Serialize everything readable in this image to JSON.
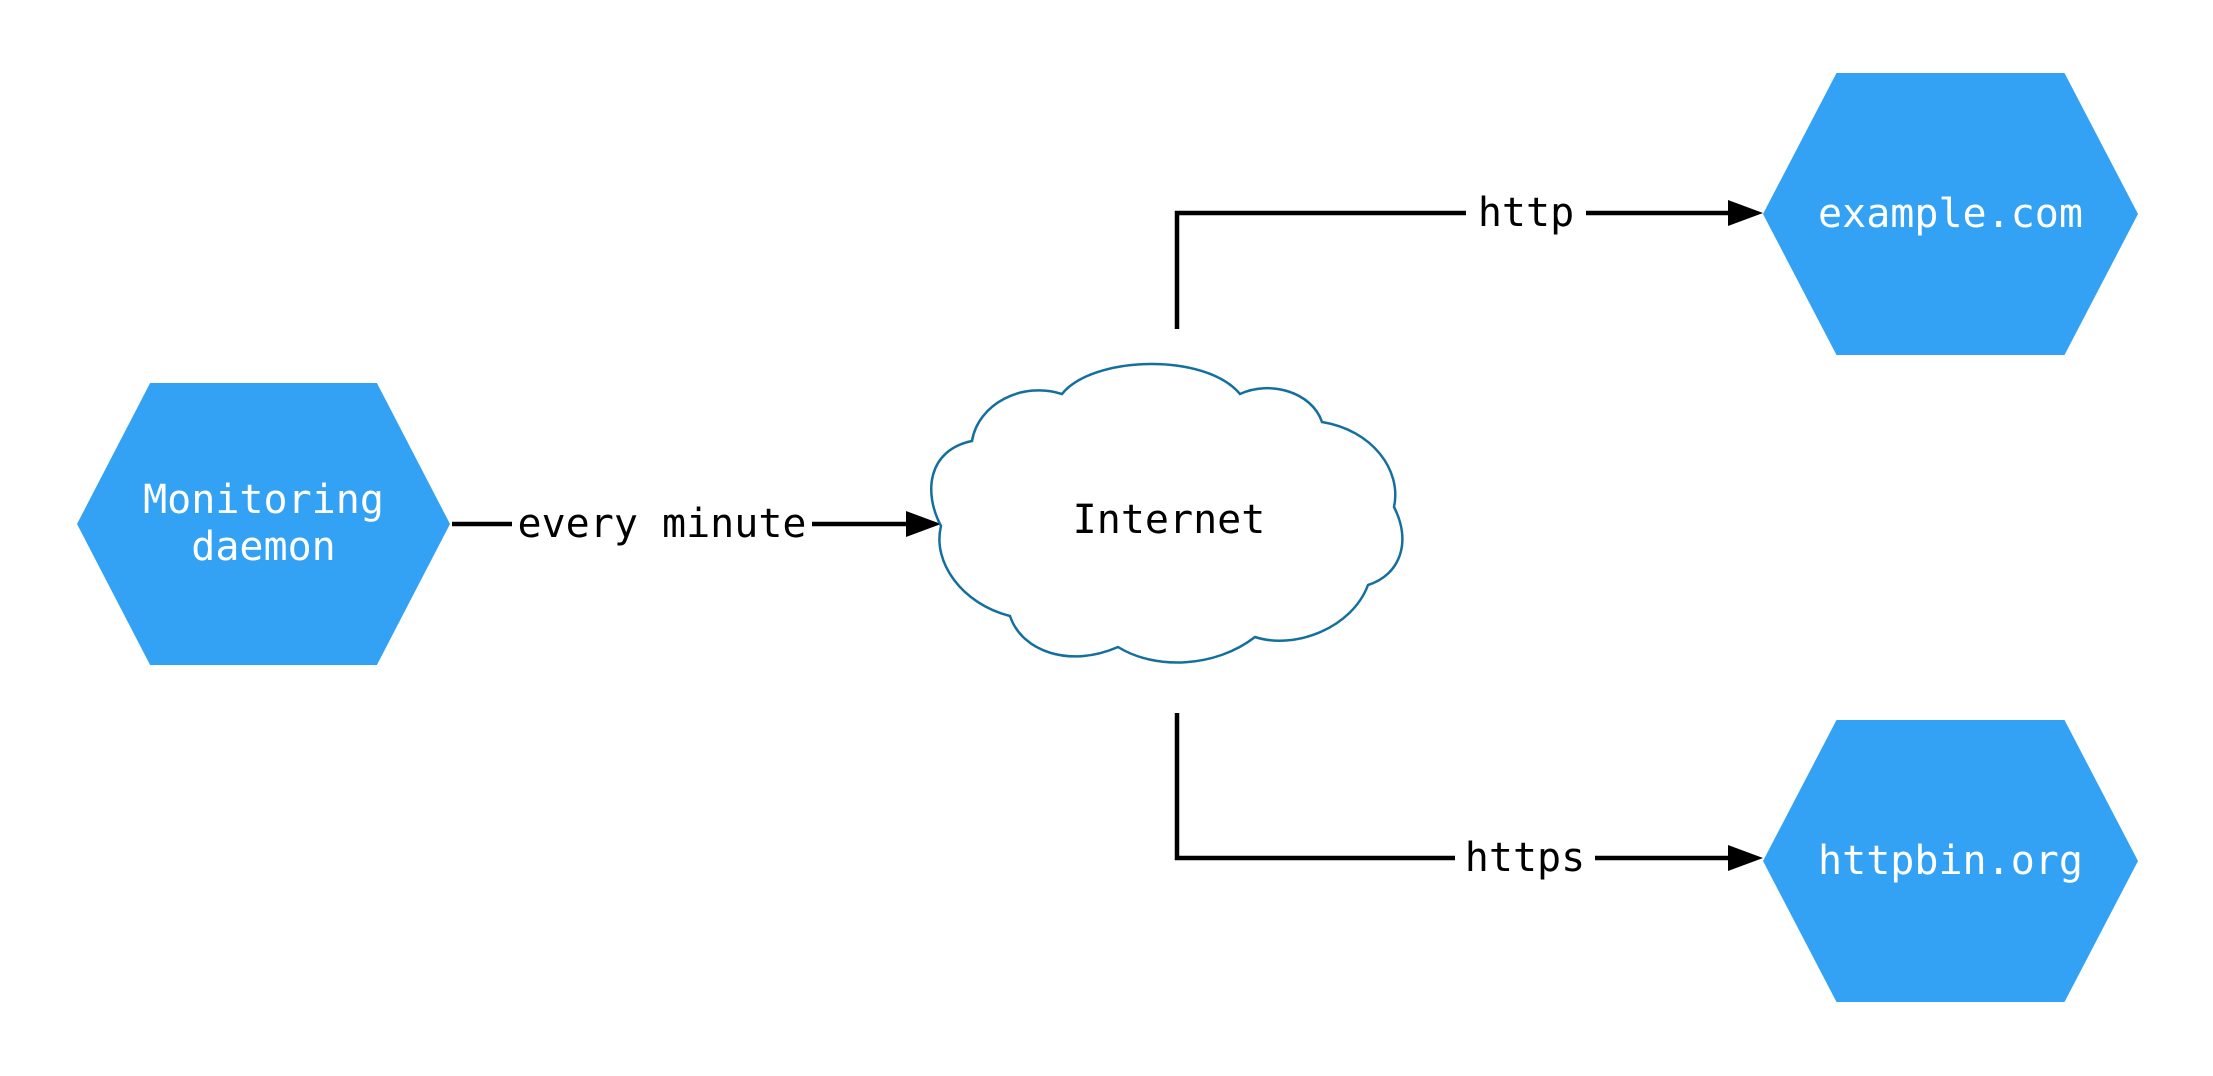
{
  "diagram": {
    "background": "#ffffff",
    "colors": {
      "node_fill": "#33a2f5",
      "node_text": "#ffffff",
      "edge": "#000000",
      "cloud_stroke": "#156f9e",
      "label_text": "#000000"
    },
    "nodes": {
      "monitoring": {
        "id": "monitoring-daemon",
        "shape": "hexagon",
        "label": "Monitoring\ndaemon"
      },
      "internet": {
        "id": "internet",
        "shape": "cloud",
        "label": "Internet"
      },
      "example": {
        "id": "example-com",
        "shape": "hexagon",
        "label": "example.com"
      },
      "httpbin": {
        "id": "httpbin-org",
        "shape": "hexagon",
        "label": "httpbin.org"
      }
    },
    "edges": {
      "every_minute": {
        "from": "monitoring-daemon",
        "to": "internet",
        "label": "every minute"
      },
      "http": {
        "from": "internet",
        "to": "example-com",
        "label": "http"
      },
      "https": {
        "from": "internet",
        "to": "httpbin-org",
        "label": "https"
      }
    }
  }
}
